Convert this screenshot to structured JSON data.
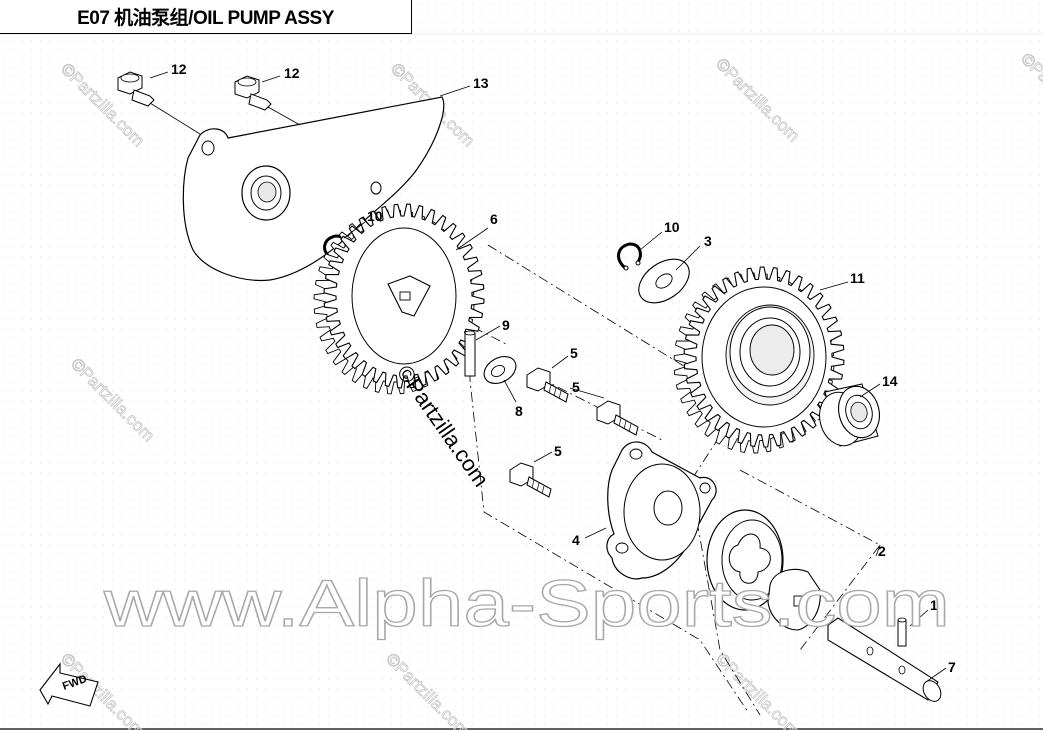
{
  "title": "E07 机油泵组/OIL PUMP ASSY",
  "watermark_main": "www.Alpha-Sports.com",
  "watermark_partzilla": "©Partzilla.com",
  "fwd_label": "FWD",
  "callouts": {
    "c1": "1",
    "c2": "2",
    "c3": "3",
    "c4": "4",
    "c5a": "5",
    "c5b": "5",
    "c5c": "5",
    "c6": "6",
    "c7": "7",
    "c8": "8",
    "c9": "9",
    "c10a": "10",
    "c10b": "10",
    "c11": "11",
    "c12a": "12",
    "c12b": "12",
    "c13": "13",
    "c14": "14"
  }
}
